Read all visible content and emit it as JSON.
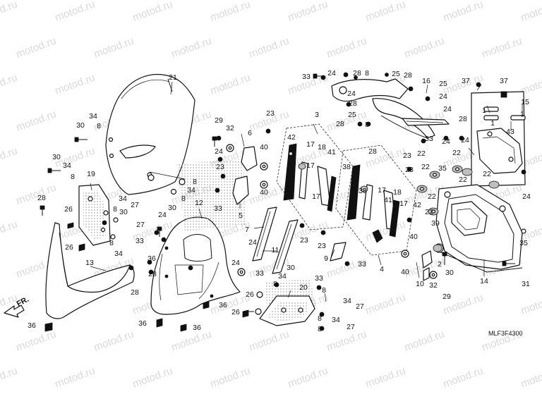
{
  "watermark": "motod.ru",
  "diagram_code": "MLF3F4300",
  "direction_label": "FR.",
  "part_labels": {
    "p1": "1",
    "p2": "2",
    "p3": "3",
    "p4": "4",
    "p5": "5",
    "p6": "6",
    "p7": "7",
    "p8": "8",
    "p9": "9",
    "p10": "10",
    "p11": "11",
    "p12": "12",
    "p13": "13",
    "p14": "14",
    "p15": "15",
    "p16": "16",
    "p17": "17",
    "p18": "18",
    "p19": "19",
    "p20": "20",
    "p21": "21",
    "p22": "22",
    "p23": "23",
    "p24": "24",
    "p25": "25",
    "p26": "26",
    "p27": "27",
    "p28": "28",
    "p29": "29",
    "p30": "30",
    "p31": "31",
    "p32": "32",
    "p33": "33",
    "p34": "34",
    "p35": "35",
    "p36": "36",
    "p37": "37",
    "p38": "38",
    "p39": "39",
    "p40": "40",
    "p41": "41",
    "p42": "42",
    "p43": "43"
  },
  "colors": {
    "line": "#111111",
    "watermark": "#dadada",
    "background": "#ffffff"
  }
}
